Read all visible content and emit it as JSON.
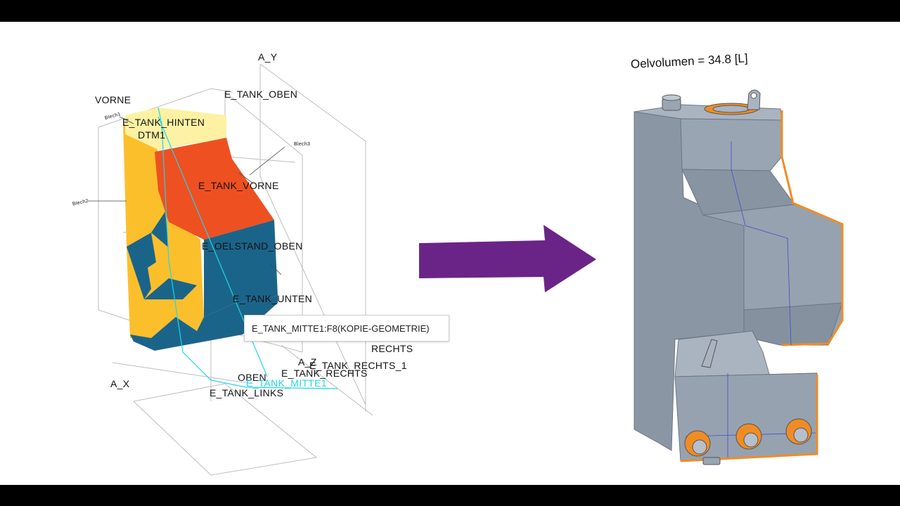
{
  "viewport": {
    "datum_labels": {
      "a_y": "A_Y",
      "vorne": "VORNE",
      "e_tank_oben": "E_TANK_OBEN",
      "e_tank_hinten": "E_TANK_HINTEN",
      "dtm1": "DTM1",
      "blech1": "Blech1",
      "blech2": "Blech2",
      "blech3": "Blech3",
      "e_tank_vorne": "E_TANK_VORNE",
      "e_oelstand_oben": "E_OELSTAND_OBEN",
      "e_tank_unten": "E_TANK_UNTEN",
      "rechts": "RECHTS",
      "a_z": "A_Z",
      "e_tank_rechts_1": "E_TANK_RECHTS_1",
      "e_tank_rechts": "E_TANK_RECHTS",
      "oben": "OBEN",
      "e_tank_mitte1": "E_TANK_MITTE1",
      "a_x": "A_X",
      "e_tank_links": "E_TANK_LINKS"
    },
    "tooltip": "E_TANK_MITTE1:F8(KOPIE-GEOMETRIE)"
  },
  "result": {
    "volume_label": "Oelvolumen = 34.8 [L]"
  },
  "colors": {
    "yellow": "#fcbf2c",
    "light_yellow": "#fdf1a4",
    "orange_red": "#ee5022",
    "petrol": "#1b6489",
    "tank_gray": "#97a2b0",
    "tank_orange": "#f08c25",
    "arrow_purple": "#6a2487",
    "highlight_cyan": "#1fd7e6"
  },
  "icons": {
    "arrow": "right-arrow-icon"
  }
}
